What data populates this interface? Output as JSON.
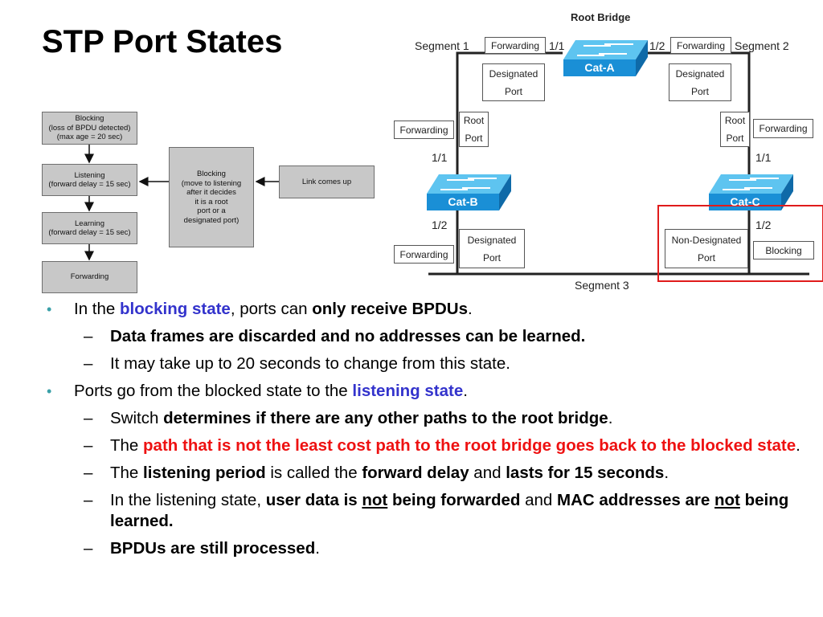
{
  "title": "STP Port States",
  "flowchart": {
    "blocking_loss": "Blocking\n(loss of BPDU detected)\n(max age = 20 sec)",
    "listening": "Listening\n(forward delay = 15 sec)",
    "learning": "Learning\n(forward delay = 15 sec)",
    "forwarding": "Forwarding",
    "blocking_decide": "Blocking\n(move to listening\nafter it decides\nit is a root\nport or a\ndesignated port)",
    "link_up": "Link comes up"
  },
  "diagram": {
    "root_bridge": "Root Bridge",
    "segment1": "Segment 1",
    "segment2": "Segment 2",
    "segment3": "Segment 3",
    "switches": {
      "a": "Cat-A",
      "b": "Cat-B",
      "c": "Cat-C"
    },
    "ports": {
      "a_left": "1/1",
      "a_right": "1/2",
      "b_top": "1/1",
      "b_bottom": "1/2",
      "c_top": "1/1",
      "c_bottom": "1/2"
    },
    "states": {
      "seg1": "Forwarding",
      "seg2": "Forwarding",
      "b_top": "Forwarding",
      "c_top": "Forwarding",
      "b_bottom": "Forwarding",
      "c_bottom": "Blocking"
    },
    "roles": {
      "a_left": "Designated\nPort",
      "a_right": "Designated\nPort",
      "b_top": "Root\nPort",
      "c_top": "Root\nPort",
      "b_bottom": "Designated\nPort",
      "c_bottom": "Non-Designated\nPort"
    },
    "colors": {
      "switch": "#1a8fd6",
      "highlight": "#e01b1b"
    }
  },
  "bullets": {
    "b1": {
      "mark": "•",
      "t1": "In the ",
      "t2": "blocking state",
      "t3": ", ports can ",
      "t4": "only receive BPDUs",
      "t5": "."
    },
    "b1a": {
      "mark": "–",
      "t1": "Data frames are discarded and no addresses can be learned."
    },
    "b1b": {
      "mark": "–",
      "t1": "It may take up to 20 seconds to change from this state."
    },
    "b2": {
      "mark": "•",
      "t1": "Ports go from the blocked state to the ",
      "t2": "listening state",
      "t3": "."
    },
    "b2a": {
      "mark": "–",
      "t1": "Switch ",
      "t2": "determines if there are any other paths to the root bridge",
      "t3": "."
    },
    "b2b": {
      "mark": "–",
      "t1": "The ",
      "t2": "path that is not the least cost path to the root bridge goes back to the blocked state",
      "t3": "."
    },
    "b2c": {
      "mark": "–",
      "t1": "The ",
      "t2": "listening period",
      "t3": " is called the ",
      "t4": "forward delay",
      "t5": " and ",
      "t6": "lasts for 15 seconds",
      "t7": "."
    },
    "b2d": {
      "mark": "–",
      "t1": "In the listening state, ",
      "t2": "user data is ",
      "t3": "not",
      "t4": " being forwarded",
      "t5": " and ",
      "t6": "MAC addresses are ",
      "t7": "not",
      "t8": " being learned."
    },
    "b2e": {
      "mark": "–",
      "t1": "BPDUs are still processed",
      "t2": "."
    }
  }
}
